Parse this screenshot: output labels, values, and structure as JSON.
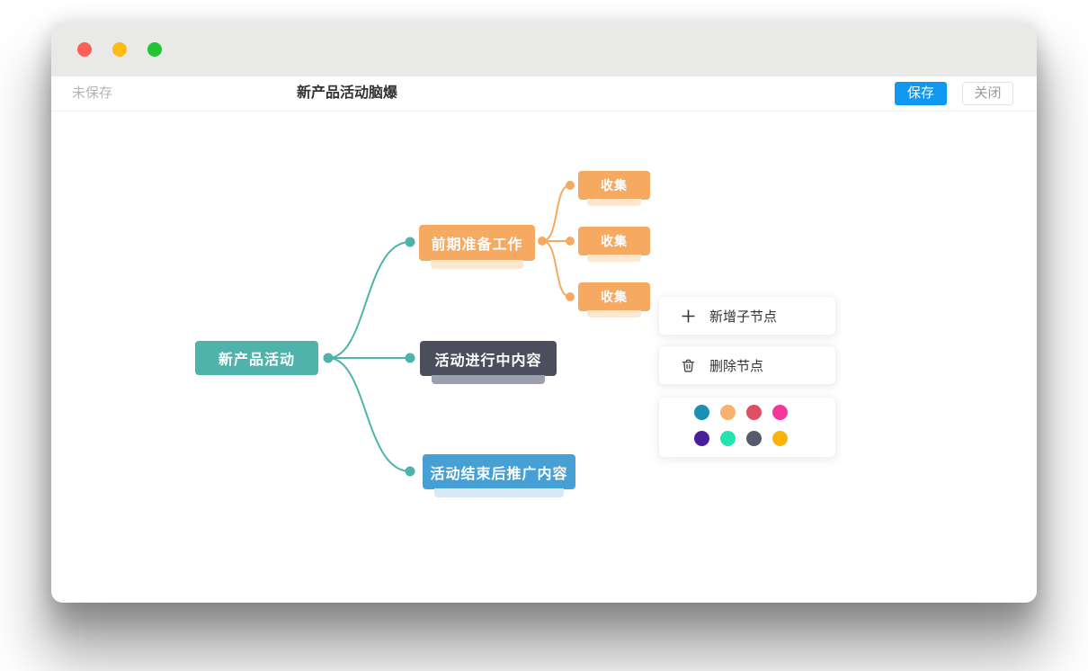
{
  "window": {
    "traffic_lights": [
      {
        "name": "close",
        "color": "#fc5f57"
      },
      {
        "name": "minimize",
        "color": "#fcbb17"
      },
      {
        "name": "maximize",
        "color": "#21c434"
      }
    ],
    "toolbar": {
      "status": "未保存",
      "title": "新产品活动脑爆",
      "save_label": "保存",
      "close_label": "关闭",
      "save_color": "#1097ef"
    }
  },
  "mindmap": {
    "line_colors": {
      "teal": "#4db3ab",
      "orange": "#f6a961"
    },
    "root": {
      "label": "新产品活动",
      "color": "#4fb3ab"
    },
    "branches": [
      {
        "label": "前期准备工作",
        "color": "#f6a961",
        "children": [
          {
            "label": "收集",
            "color": "#f6a961"
          },
          {
            "label": "收集",
            "color": "#f6a961"
          },
          {
            "label": "收集",
            "color": "#f6a961"
          }
        ]
      },
      {
        "label": "活动进行中内容",
        "color": "#4b4f5d"
      },
      {
        "label": "活动结束后推广内容",
        "color": "#47a0d3"
      }
    ]
  },
  "context_menu": {
    "items": [
      {
        "icon": "plus-icon",
        "label": "新增子节点"
      },
      {
        "icon": "trash-icon",
        "label": "删除节点"
      }
    ],
    "palette": [
      "#1b90b4",
      "#f8b26e",
      "#e04e63",
      "#f5369b",
      "#4a1f9c",
      "#25e3ae",
      "#565b6b",
      "#fbb306"
    ]
  }
}
